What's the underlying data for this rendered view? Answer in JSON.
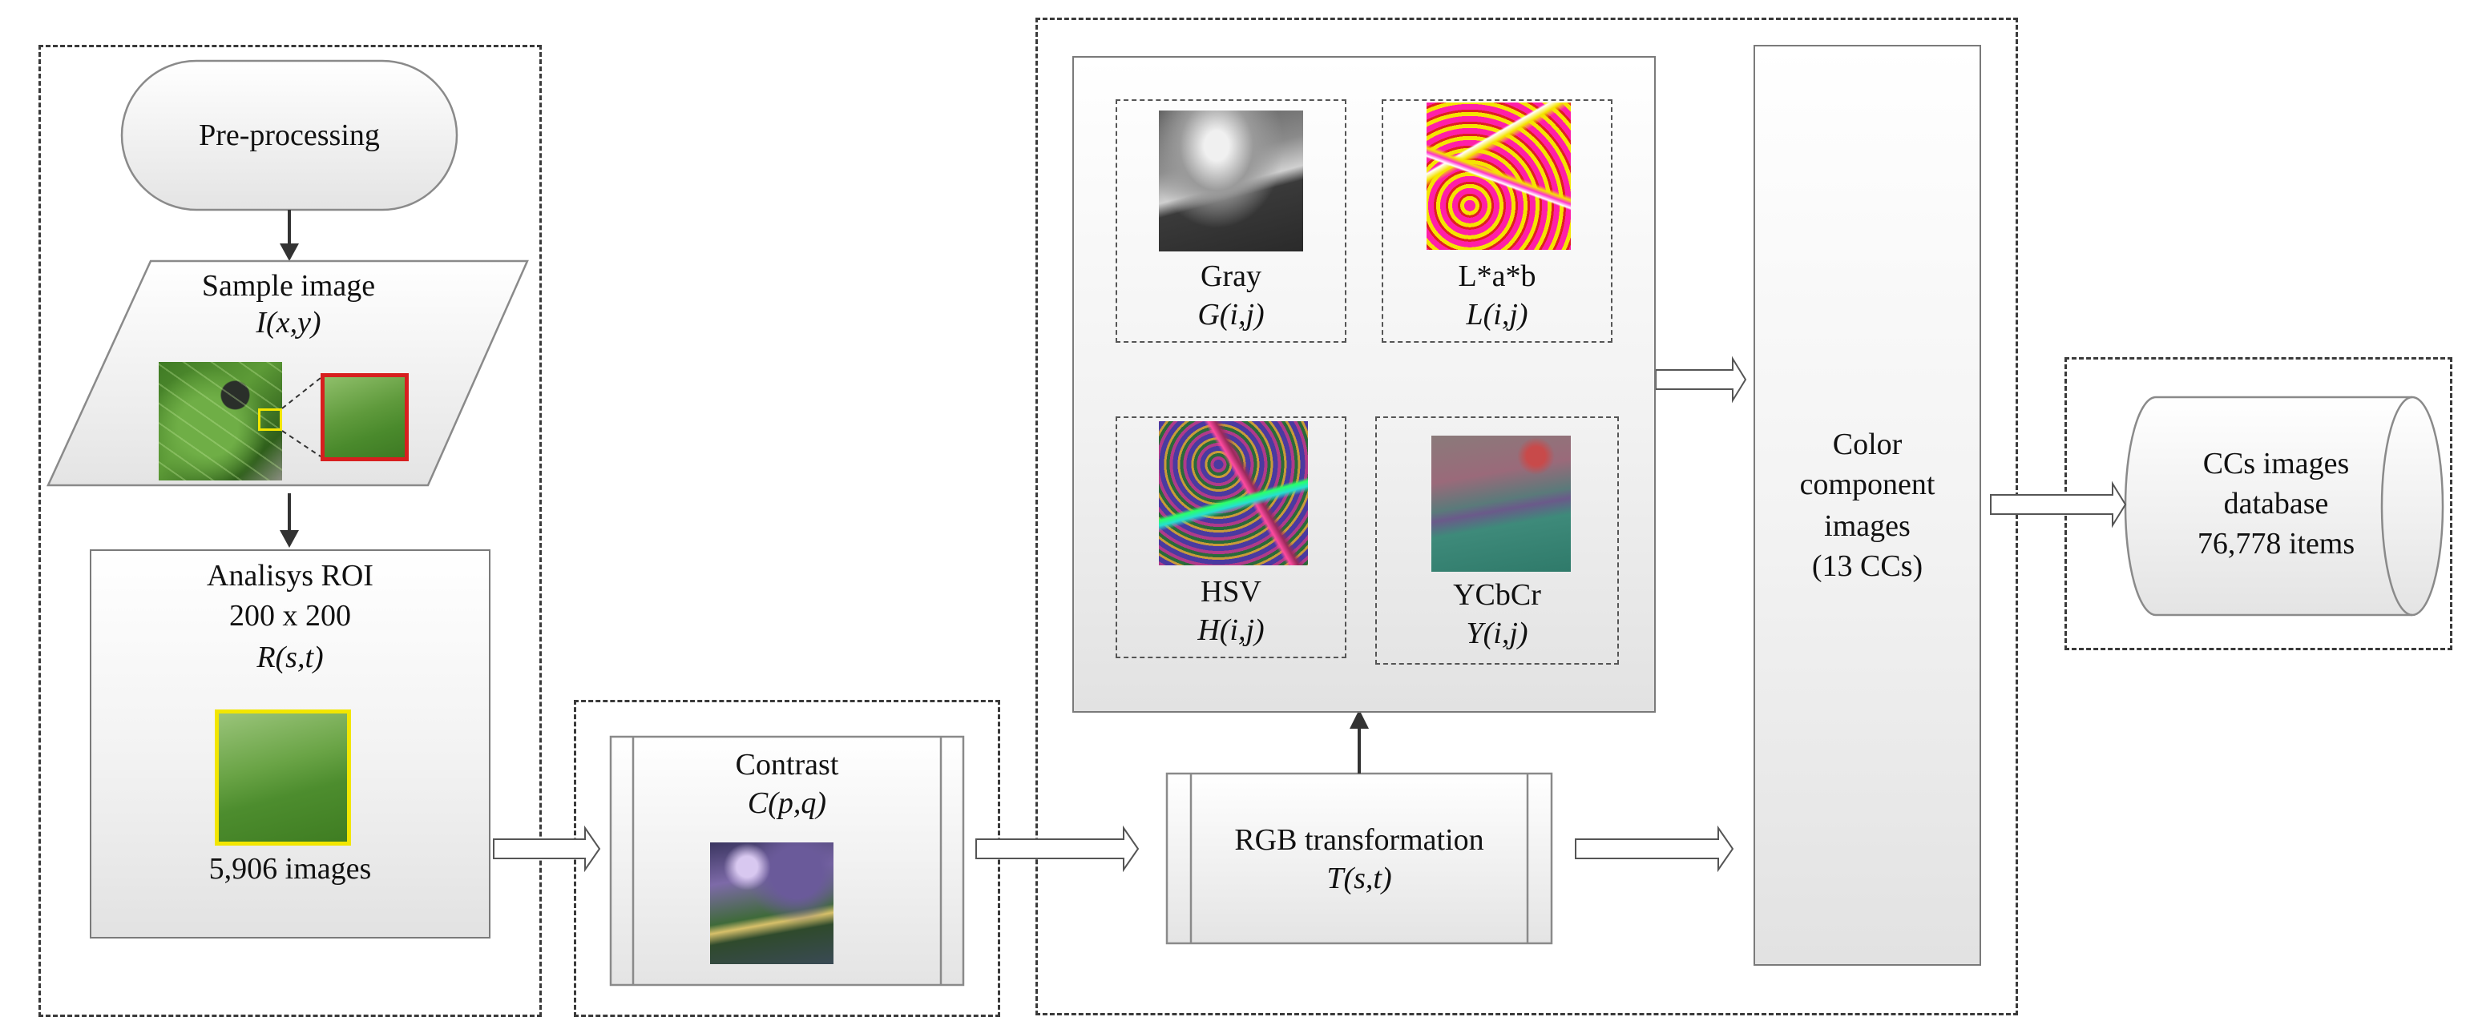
{
  "pre_processing": {
    "start_label": "Pre-processing",
    "sample_title": "Sample image",
    "sample_symbol": "I(x,y)",
    "roi_title": "Analisys ROI",
    "roi_size": "200 x 200",
    "roi_symbol": "R(s,t)",
    "roi_count": "5,906 images"
  },
  "contrast": {
    "title": "Contrast",
    "symbol": "C(p,q)"
  },
  "color_spaces": [
    {
      "name": "Gray",
      "symbol": "G(i,j)"
    },
    {
      "name": "L*a*b",
      "symbol": "L(i,j)"
    },
    {
      "name": "HSV",
      "symbol": "H(i,j)"
    },
    {
      "name": "YCbCr",
      "symbol": "Y(i,j)"
    }
  ],
  "rgb": {
    "title": "RGB transformation",
    "symbol": "T(s,t)"
  },
  "components": {
    "line1": "Color",
    "line2": "component",
    "line3": "images",
    "line4": "(13 CCs)"
  },
  "database": {
    "line1": "CCs images",
    "line2": "database",
    "line3": "76,778 items"
  },
  "colors": {
    "leaf": "#4e8a2e",
    "highlight_yellow": "#f2e600",
    "highlight_red": "#d71f1f",
    "outline": "#3a3a3a"
  },
  "icons": [
    "terminator-shape",
    "parallelogram-io-shape",
    "cylinder-database-shape",
    "hollow-arrow"
  ]
}
